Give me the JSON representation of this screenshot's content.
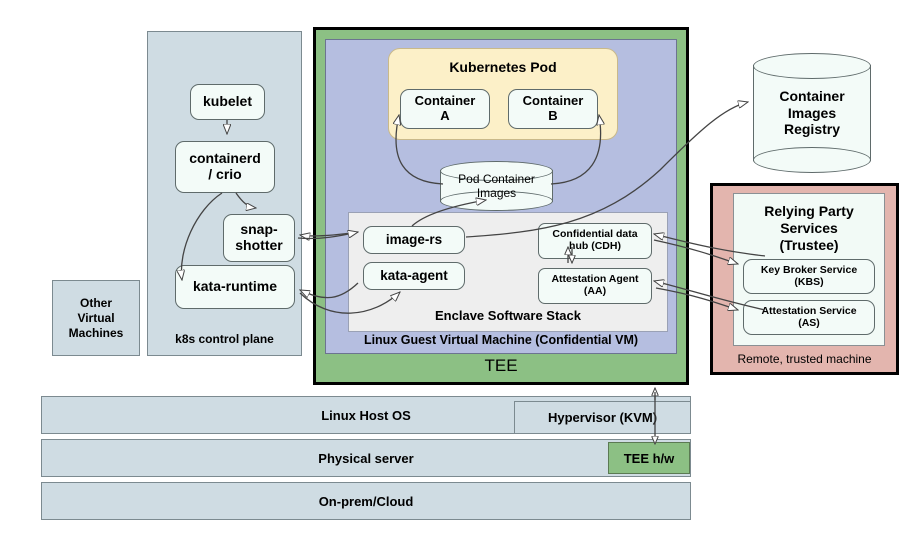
{
  "diagram": {
    "title": "Confidential Containers architecture",
    "colors": {
      "tee_green": "#8cc084",
      "vm_lavender": "#b5bee0",
      "pod_cream": "#fcf0c8",
      "control_plane_blue": "#cfdce3",
      "relying_party_pink": "#e3b5ae",
      "stack_gray": "#eeeeee",
      "node_white": "#f3fbf8"
    }
  },
  "other_vms": {
    "label": "Other\nVirtual\nMachines",
    "line1": "Other",
    "line2": "Virtual",
    "line3": "Machines"
  },
  "control_plane": {
    "caption": "k8s control plane",
    "nodes": {
      "kubelet": "kubelet",
      "containerd": "containerd\n/ crio",
      "containerd_l1": "containerd",
      "containerd_l2": "/ crio",
      "snapshotter_l1": "snap-",
      "snapshotter_l2": "shotter",
      "kata_runtime": "kata-runtime"
    }
  },
  "tee": {
    "label": "TEE",
    "vm_label": "Linux Guest Virtual Machine (Confidential VM)",
    "pod": {
      "title": "Kubernetes Pod",
      "containers": [
        {
          "line1": "Container",
          "line2": "A"
        },
        {
          "line1": "Container",
          "line2": "B"
        }
      ]
    },
    "pod_images_cyl": {
      "line1": "Pod Container",
      "line2": "Images"
    },
    "stack": {
      "label": "Enclave Software Stack",
      "image_rs": "image-rs",
      "kata_agent": "kata-agent",
      "cdh_l1": "Confidential data",
      "cdh_l2": "hub (CDH)",
      "aa_l1": "Attestation Agent",
      "aa_l2": "(AA)"
    }
  },
  "registry": {
    "line1": "Container",
    "line2": "Images",
    "line3": "Registry"
  },
  "relying_party": {
    "title_l1": "Relying Party",
    "title_l2": "Services",
    "title_l3": "(Trustee)",
    "caption": "Remote, trusted machine",
    "services": [
      {
        "line1": "Key Broker Service",
        "line2": "(KBS)"
      },
      {
        "line1": "Attestation Service",
        "line2": "(AS)"
      }
    ]
  },
  "infrastructure": {
    "host_os": "Linux Host OS",
    "hypervisor": "Hypervisor (KVM)",
    "physical_server": "Physical server",
    "tee_hw": "TEE h/w",
    "onprem_cloud": "On-prem/Cloud"
  }
}
